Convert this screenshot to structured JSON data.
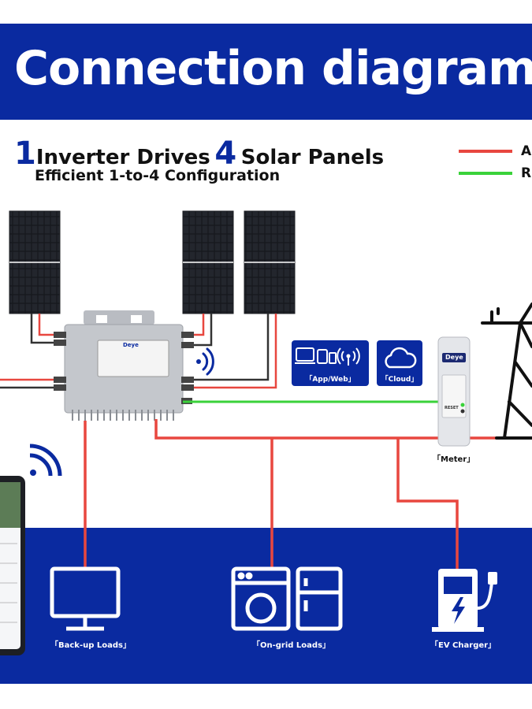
{
  "title": "Connection diagram",
  "headline": {
    "num1": "1",
    "text1": "Inverter Drives",
    "num2": "4",
    "text2": "Solar Panels",
    "sub": "Efficient 1-to-4 Configuration"
  },
  "legend": [
    {
      "text": "A",
      "color": "#e8473f"
    },
    {
      "text": "R",
      "color": "#3ad23a"
    }
  ],
  "inverter_brand": "Deye",
  "meter": {
    "brand": "Deye",
    "reset": "RESET",
    "label": "「Meter」"
  },
  "tiles": {
    "app_web": "「App/Web」",
    "cloud": "「Cloud」"
  },
  "loads": {
    "backup": "「Back-up Loads」",
    "ongrid": "「On-grid Loads」",
    "ev": "「EV Charger」"
  },
  "colors": {
    "brand_blue": "#0a2aa0",
    "ac_red": "#e8473f",
    "rs485_green": "#3ad23a"
  }
}
